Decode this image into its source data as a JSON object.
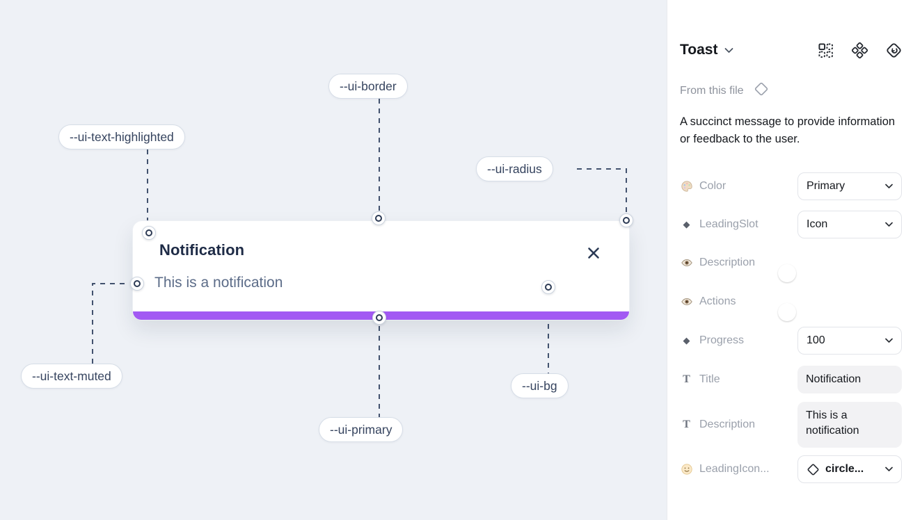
{
  "canvas": {
    "card": {
      "title": "Notification",
      "description": "This is a notification"
    },
    "token_labels": {
      "border": "--ui-border",
      "text_highlighted": "--ui-text-highlighted",
      "radius": "--ui-radius",
      "text_muted": "--ui-text-muted",
      "primary": "--ui-primary",
      "bg": "--ui-bg"
    },
    "colors": {
      "progress_bar": "#a259f3",
      "canvas_bg": "#eef1f6",
      "wire": "#42526e"
    }
  },
  "panel": {
    "title": "Toast",
    "source_label": "From this file",
    "description": "A succinct message to provide information or feedback to the user.",
    "props": {
      "color": {
        "label": "Color",
        "value": "Primary"
      },
      "leading_slot": {
        "label": "LeadingSlot",
        "value": "Icon"
      },
      "description_toggle": {
        "label": "Description",
        "value": "on"
      },
      "actions_toggle": {
        "label": "Actions",
        "value": "on"
      },
      "progress": {
        "label": "Progress",
        "value": "100"
      },
      "title": {
        "label": "Title",
        "value": "Notification"
      },
      "description_text": {
        "label": "Description",
        "value": "This is a notification"
      },
      "leading_icon": {
        "label": "LeadingIcon...",
        "value": "circle..."
      }
    },
    "colors": {
      "toggle_on": "#2d9fff"
    }
  }
}
